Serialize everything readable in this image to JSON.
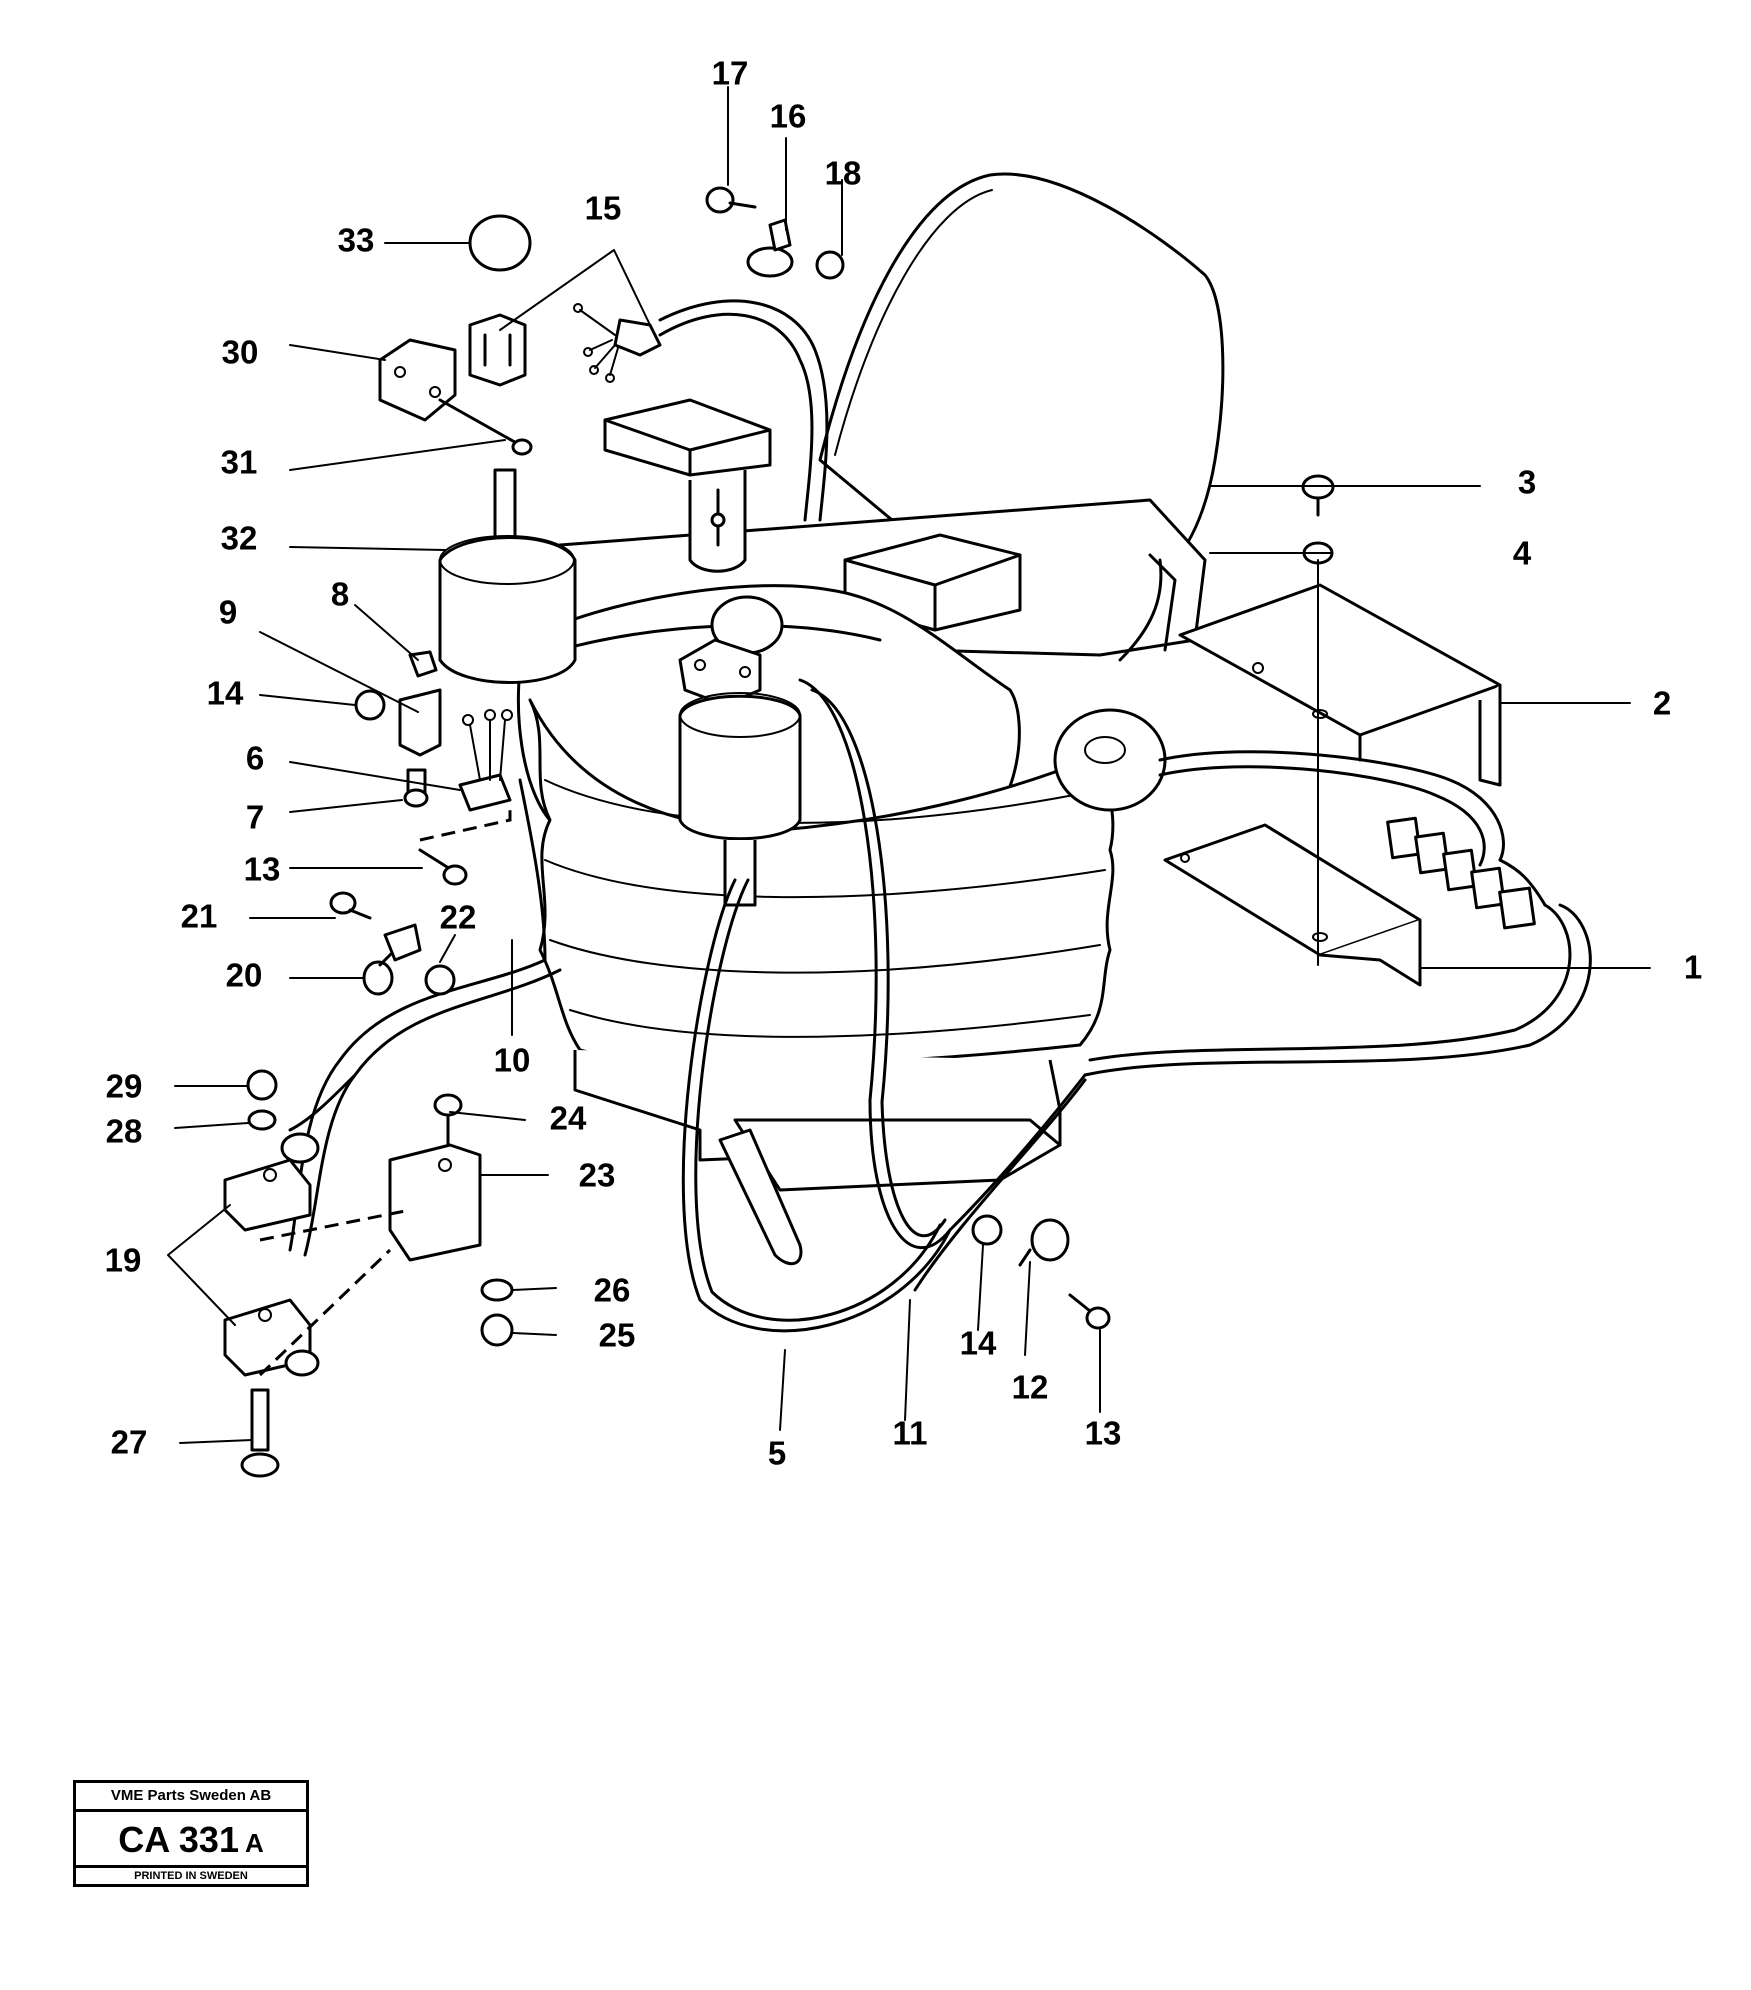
{
  "labels": {
    "l1": "1",
    "l2": "2",
    "l3": "3",
    "l4": "4",
    "l5": "5",
    "l6": "6",
    "l7": "7",
    "l8": "8",
    "l9": "9",
    "l10": "10",
    "l11": "11",
    "l12": "12",
    "l13a": "13",
    "l13b": "13",
    "l14a": "14",
    "l14b": "14",
    "l15": "15",
    "l16": "16",
    "l17": "17",
    "l18": "18",
    "l19": "19",
    "l20": "20",
    "l21": "21",
    "l22": "22",
    "l23": "23",
    "l24": "24",
    "l25": "25",
    "l26": "26",
    "l27": "27",
    "l28": "28",
    "l29": "29",
    "l30": "30",
    "l31": "31",
    "l32": "32",
    "l33": "33"
  },
  "title_block": {
    "company": "VME Parts Sweden AB",
    "code": "CA 331",
    "suffix": "A",
    "printed": "PRINTED IN SWEDEN"
  }
}
